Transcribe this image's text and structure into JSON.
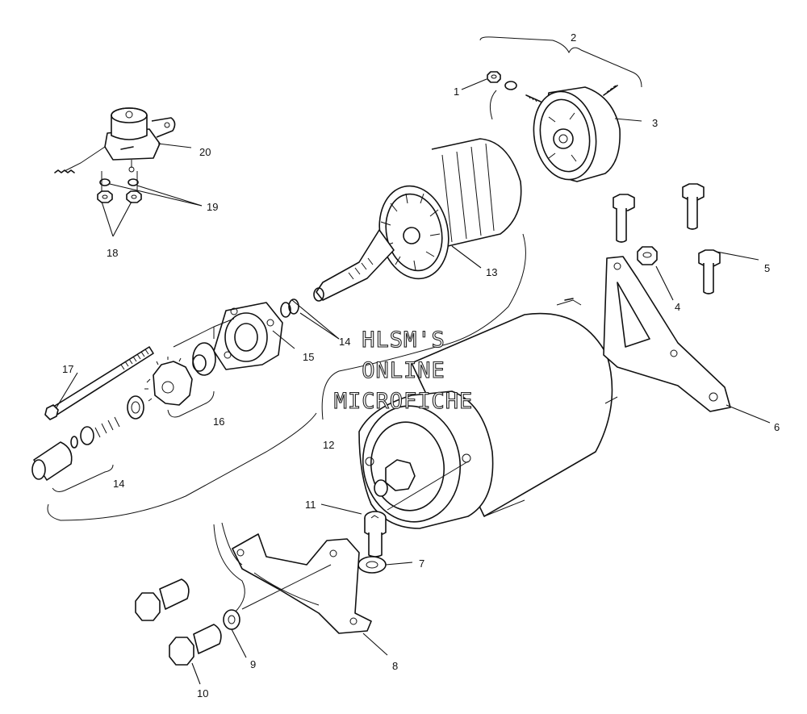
{
  "callouts": {
    "c1": "1",
    "c2": "2",
    "c3": "3",
    "c4": "4",
    "c5": "5",
    "c6": "6",
    "c7": "7",
    "c8": "8",
    "c9": "9",
    "c10": "10",
    "c11": "11",
    "c12": "12",
    "c13": "13",
    "c14a": "14",
    "c14b": "14",
    "c15": "15",
    "c16": "16",
    "c17": "17",
    "c18": "18",
    "c19": "19",
    "c20": "20"
  },
  "watermark": {
    "line1": "HLSM'S",
    "line2": "ONLINE",
    "line3": "MICROFICHE"
  }
}
